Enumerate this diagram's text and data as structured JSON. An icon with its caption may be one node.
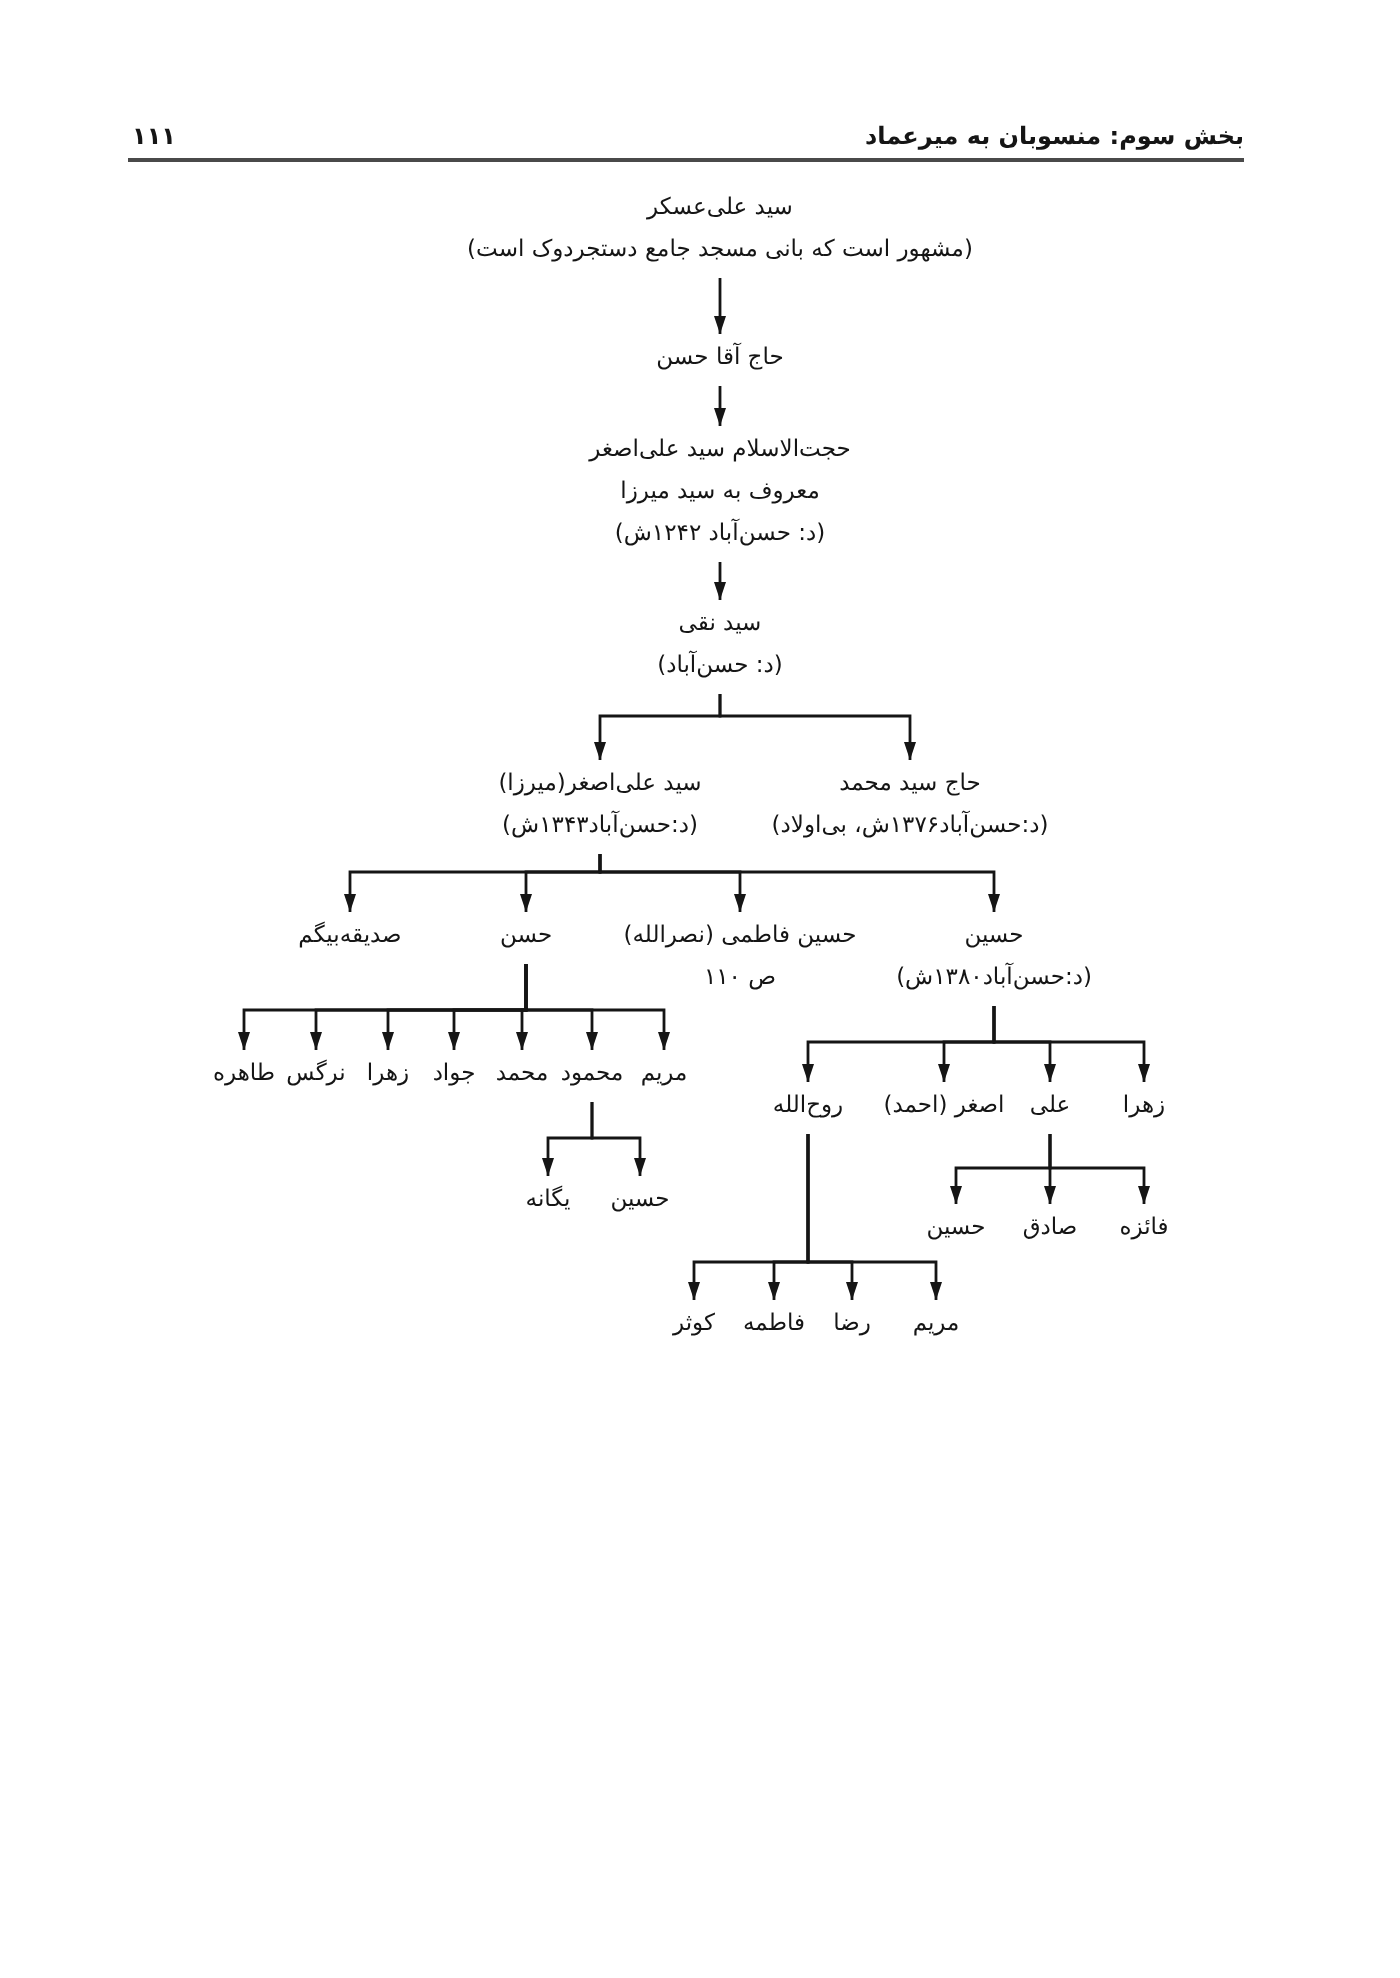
{
  "diagram": {
    "nodes": [
      {
        "text": [
          "سید علی‌عسکر",
          "(مشهور است که بانی مسجد جامع دستجردوک است)"
        ]
      },
      {
        "text": [
          "حاج آقا حسن"
        ]
      },
      {
        "text": [
          "حجت‌الاسلام سید علی‌اصغر",
          "معروف به سید میرزا",
          "(د: حسن‌آباد ۱۲۴۲ش)"
        ]
      },
      {
        "text": [
          "سید نقی",
          "(د: حسن‌آباد)"
        ]
      },
      {
        "text": [
          "حاج سید محمد",
          "(د:حسن‌آباد۱۳۷۶ش، بی‌اولاد)"
        ]
      },
      {
        "text": [
          "سید علی‌اصغر(میرزا)",
          "(د:حسن‌آباد۱۳۴۳ش)"
        ]
      },
      {
        "text": [
          "حسین",
          "(د:حسن‌آباد۱۳۸۰ش)"
        ]
      },
      {
        "text": [
          "حسین فاطمی (نصرالله)",
          "ص ۱۱۰"
        ]
      },
      {
        "text": [
          "حسن"
        ]
      },
      {
        "text": [
          "صدیقه‌بیگم"
        ]
      },
      {
        "text": [
          "زهرا"
        ]
      },
      {
        "text": [
          "علی"
        ]
      },
      {
        "text": [
          "اصغر (احمد)"
        ]
      },
      {
        "text": [
          "روح‌الله"
        ]
      },
      {
        "text": [
          "مریم"
        ]
      },
      {
        "text": [
          "محمود"
        ]
      },
      {
        "text": [
          "محمد"
        ]
      },
      {
        "text": [
          "جواد"
        ]
      },
      {
        "text": [
          "زهرا"
        ]
      },
      {
        "text": [
          "نرگس"
        ]
      },
      {
        "text": [
          "طاهره"
        ]
      },
      {
        "text": [
          "فائزه"
        ]
      },
      {
        "text": [
          "صادق"
        ]
      },
      {
        "text": [
          "حسین"
        ]
      },
      {
        "text": [
          "حسین"
        ]
      },
      {
        "text": [
          "یگانه"
        ]
      },
      {
        "text": [
          "مریم"
        ]
      },
      {
        "text": [
          "رضا"
        ]
      },
      {
        "text": [
          "فاطمه"
        ]
      },
      {
        "text": [
          "کوثر"
        ]
      }
    ],
    "edges": [
      {
        "from": 0,
        "to": 1,
        "arrow": "to"
      },
      {
        "from": 1,
        "to": 2,
        "arrow": "to"
      },
      {
        "from": 2,
        "to": 3,
        "arrow": "to"
      },
      {
        "from": 3,
        "to": 4,
        "arrow": "to"
      },
      {
        "from": 3,
        "to": 5,
        "arrow": "to"
      },
      {
        "from": 5,
        "to": 6,
        "arrow": "to"
      },
      {
        "from": 5,
        "to": 7,
        "arrow": "to"
      },
      {
        "from": 5,
        "to": 8,
        "arrow": "to"
      },
      {
        "from": 5,
        "to": 9,
        "arrow": "to"
      },
      {
        "from": 6,
        "to": 10,
        "arrow": "to"
      },
      {
        "from": 6,
        "to": 11,
        "arrow": "to"
      },
      {
        "from": 6,
        "to": 12,
        "arrow": "to"
      },
      {
        "from": 6,
        "to": 13,
        "arrow": "to"
      },
      {
        "from": 8,
        "to": 14,
        "arrow": "to"
      },
      {
        "from": 8,
        "to": 15,
        "arrow": "to"
      },
      {
        "from": 8,
        "to": 16,
        "arrow": "to"
      },
      {
        "from": 8,
        "to": 17,
        "arrow": "to"
      },
      {
        "from": 8,
        "to": 18,
        "arrow": "to"
      },
      {
        "from": 8,
        "to": 19,
        "arrow": "to"
      },
      {
        "from": 8,
        "to": 20,
        "arrow": "to"
      },
      {
        "from": 11,
        "to": 21,
        "arrow": "to"
      },
      {
        "from": 11,
        "to": 22,
        "arrow": "to"
      },
      {
        "from": 11,
        "to": 23,
        "arrow": "to"
      },
      {
        "from": 15,
        "to": 24,
        "arrow": "to"
      },
      {
        "from": 15,
        "to": 25,
        "arrow": "to"
      },
      {
        "from": 13,
        "to": 26,
        "arrow": "to"
      },
      {
        "from": 13,
        "to": 27,
        "arrow": "to"
      },
      {
        "from": 13,
        "to": 28,
        "arrow": "to"
      },
      {
        "from": 13,
        "to": 29,
        "arrow": "to"
      }
    ],
    "labels": [
      "بخش سوم: منسوبان به میرعماد",
      "۱۱۱"
    ]
  }
}
